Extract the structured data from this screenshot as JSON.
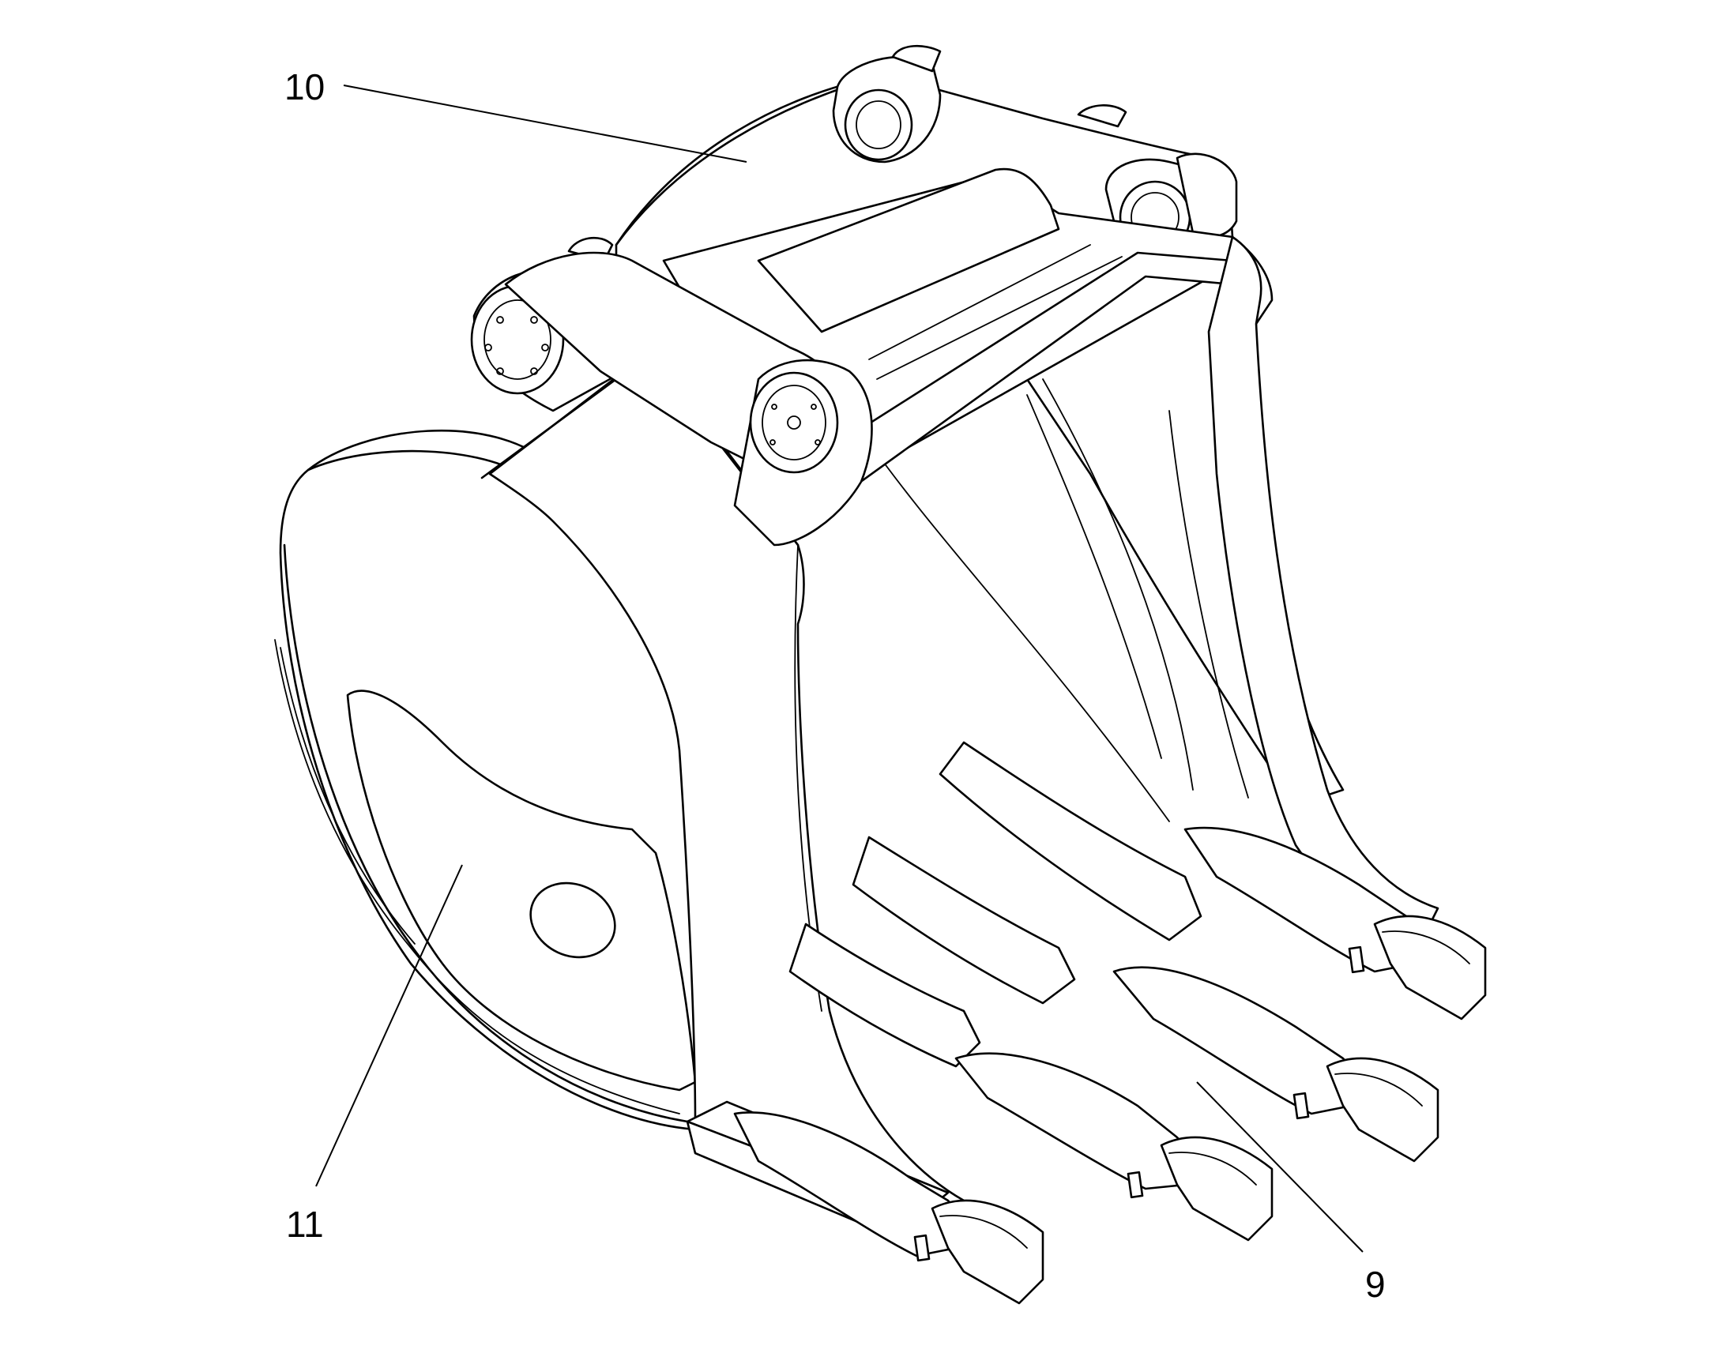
{
  "colors": {
    "background": "#ffffff",
    "line": "#000000"
  },
  "callouts": [
    {
      "id": "10",
      "label": "10"
    },
    {
      "id": "11",
      "label": "11"
    },
    {
      "id": "9",
      "label": "9"
    }
  ]
}
